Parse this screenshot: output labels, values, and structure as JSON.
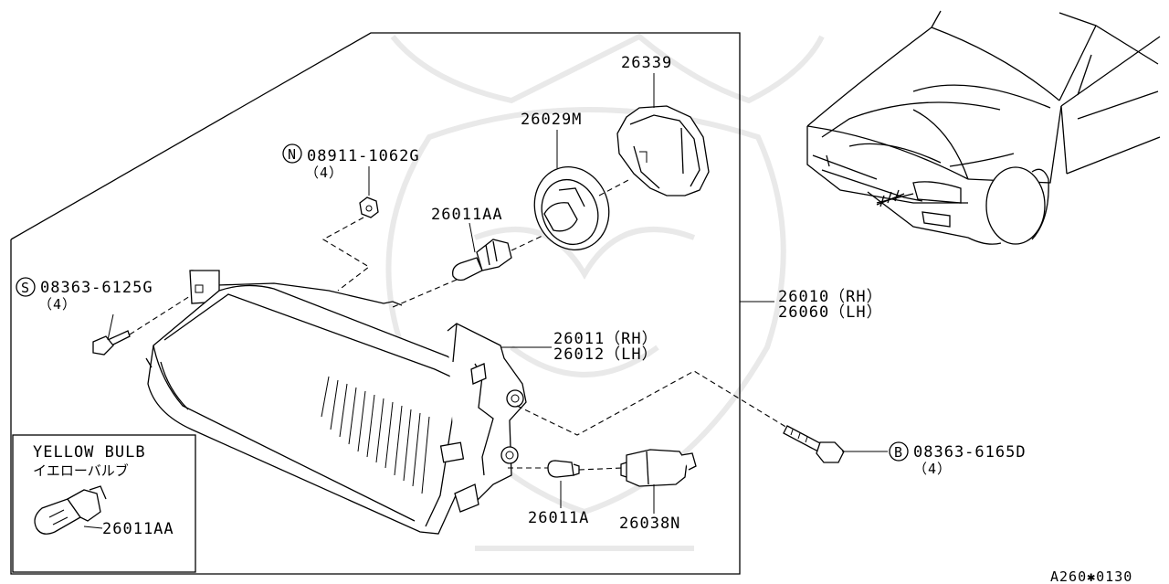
{
  "diagram": {
    "corner_code": "A260✱0130",
    "inset": {
      "title_en": "YELLOW BULB",
      "title_jp": "イエローバルブ",
      "part": "26011AA"
    },
    "callouts": {
      "bulb_holder_retainer": "26339",
      "socket_cover": "26029M",
      "nut": {
        "symbol": "N",
        "part": "08911-1062G",
        "qty": "（4）"
      },
      "bulb_main": "26011AA",
      "screw_upper": {
        "symbol": "S",
        "part": "08363-6125G",
        "qty": "（4）"
      },
      "assembly": {
        "rh": "26010（RH）",
        "lh": "26060（LH）"
      },
      "housing": {
        "rh": "26011（RH）",
        "lh": "26012（LH）"
      },
      "bolt": {
        "symbol": "B",
        "part": "08363-6165D",
        "qty": "（4）"
      },
      "small_bulb": "26011A",
      "small_socket": "26038N"
    }
  }
}
